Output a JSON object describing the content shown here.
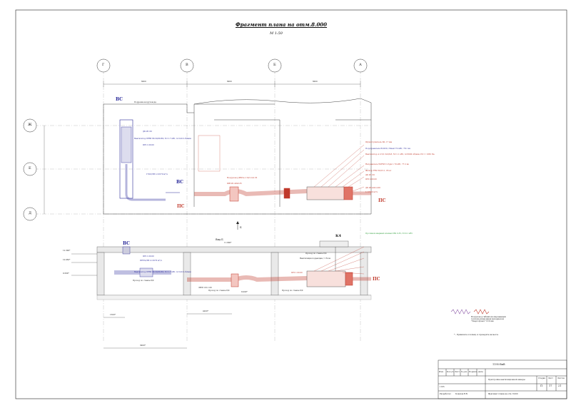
{
  "drawing": {
    "title": "Фрагмент плана на отм.8.000",
    "scale": "М 1:50",
    "axes": [
      "Г",
      "В",
      "Б",
      "А",
      "Ж",
      "Е",
      "Д"
    ],
    "dims_top": [
      "6000",
      "6000",
      "6000"
    ],
    "view_label": "Вид Б",
    "view_arrow": "Б",
    "levels": [
      "12.300*",
      "10.950*",
      "9.560*",
      "11.800*",
      "8.000*"
    ],
    "k4": "К4"
  },
  "plan": {
    "vs1": "ВС",
    "vs2": "ВС",
    "ps1": "ПС",
    "ps2": "ПС",
    "notes": [
      "Подрезка воздуховода",
      "ДК Ø1.50",
      "Вентилятор WRW 80-50/28-8D, N=1.7 кВт, n=1410 об/мин",
      "ШЧ 1.00.00",
      "ГЭОт/ЭВ L=2570 м³/ч",
      "Воздуховод ФВЛ+1.50/1.0-0.35",
      "ШВ Ø1.40х0.35",
      "Шумоглушитель SIL 17 мм",
      "Подогреватель PLDCU, Nmax=72 кВт, 78.1 кв",
      "Вентилятор А 2.5/1.5х2/8-8, N=1.1 кВт, n=3000 об/мин, Pct = 1050 Па",
      "Нагреватель WWWN 2.5дм 1.70 кВт, 77.2 кв",
      "Фильтр FRU 50/15.1, 65 кг",
      "ДК Ø1.50",
      "ШЧ 2.00.00",
      "ДК Ø0.4х0.4.00",
      "L=2530 м³/ч"
    ]
  },
  "section": {
    "notes": [
      "Вентилятор WRW 80-50/28-8D, N=1.7 кВт, n=1410 об/мин",
      "ПНЭч/ЭВ L=2570 м³/ч",
      "Проход по стенке 8/0",
      "ЛВЭт Ø1.1.00",
      "Проход по стенке 8/0",
      "Проход по стенке 8/0",
      "ШЧ 1.00.00",
      "ШЧ 1.00.00",
      "Проход по стенке 8/0",
      "Вентиляция подающая / 1 блок"
    ],
    "green_note": "Противопожарный клапан ОЗК 0.35, N=0.1 кВт",
    "dims": [
      "1500*",
      "4200*",
      "3000*"
    ]
  },
  "legend": {
    "line1": "Воздуховод гибкий изолированный",
    "line2": "теплоизоляционным материалом",
    "line3": "\"Энергофлекс\" δ=9 мм",
    "footnote": "* - Привязать к помещ. и проверить на месте"
  },
  "titleblock": {
    "code": "1195-ВиВ",
    "headers": [
      "Изм.",
      "Кол.уч.",
      "Лист",
      "№ док.",
      "Подпись",
      "Дата"
    ],
    "project": "Пристройка вентиляционной камеры",
    "sheet_title": "Фрагмент плана на отм. 8.000",
    "stage_hdr": [
      "Стадия",
      "Лист",
      "Листов"
    ],
    "stage_vals": [
      "П",
      "17",
      "21"
    ],
    "row1": "1195",
    "developer": "Разработал",
    "developer_name": "Ковалев В.В."
  }
}
